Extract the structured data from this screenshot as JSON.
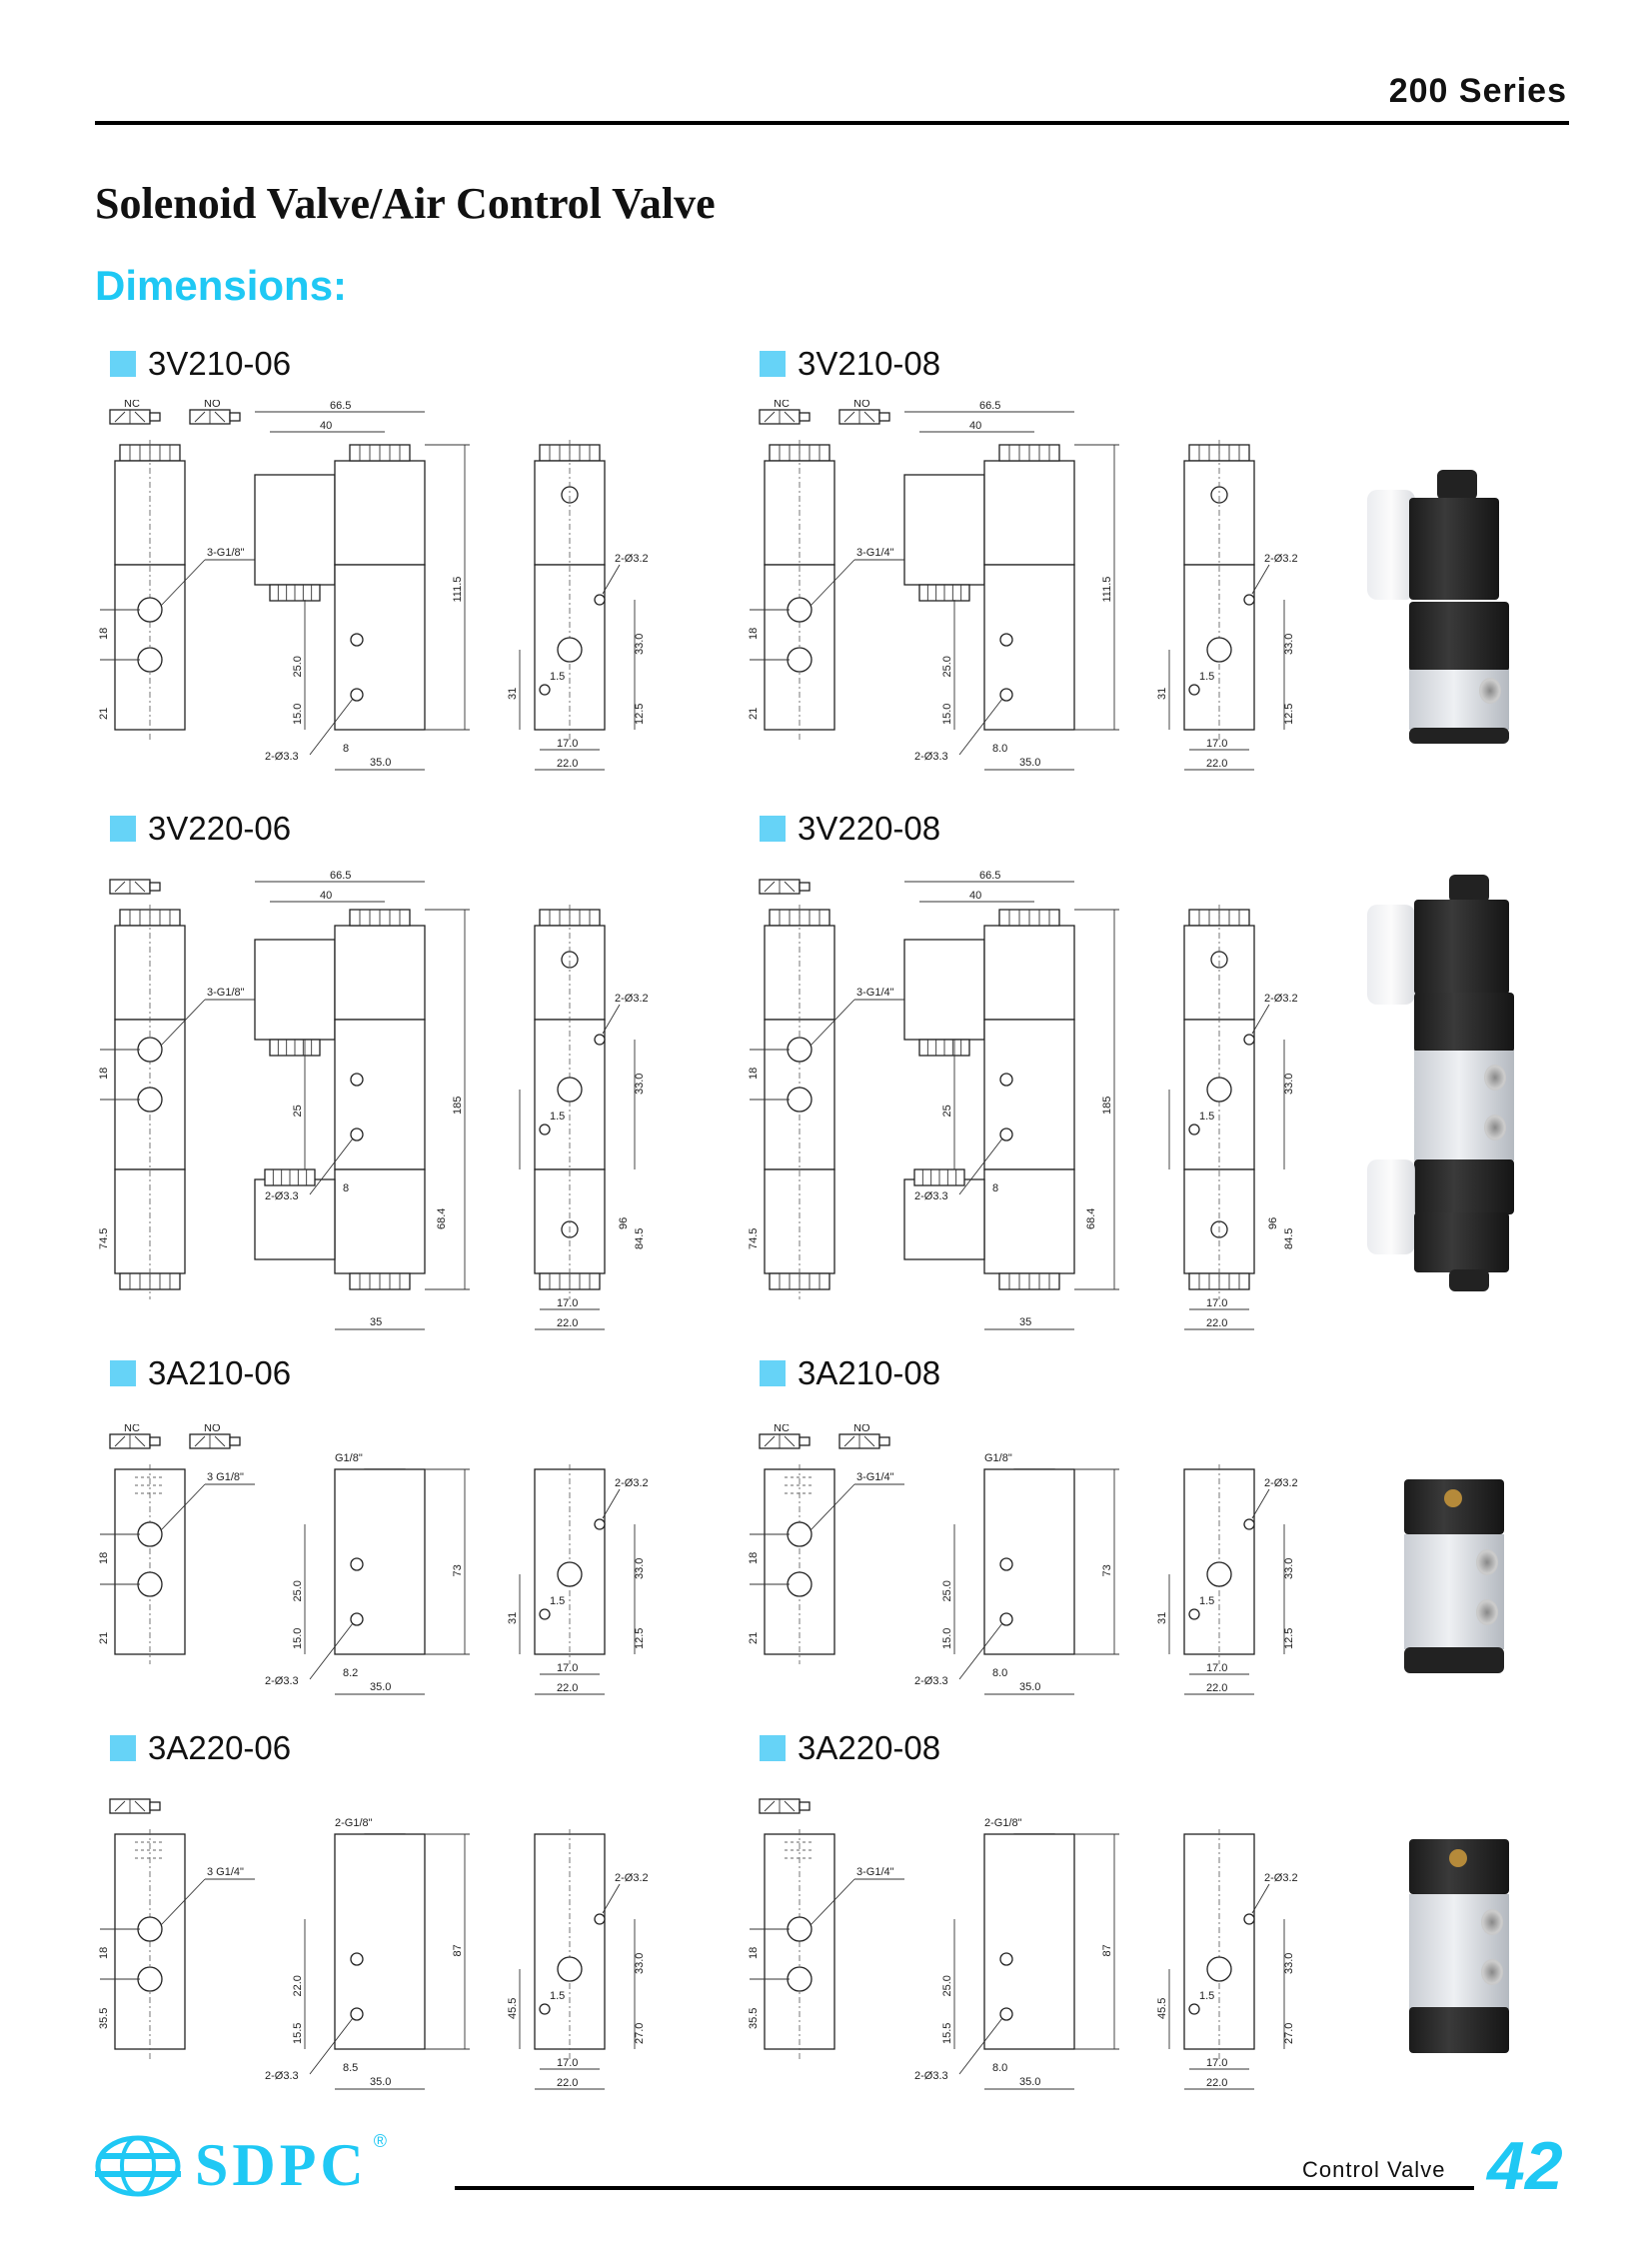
{
  "header": {
    "series": "200 Series",
    "title": "Solenoid Valve/Air Control Valve",
    "section_heading": "Dimensions:"
  },
  "colors": {
    "accent": "#1fc8f4",
    "label_square": "#66d3f7"
  },
  "sections": [
    {
      "label": "3V210-06",
      "kind": "sol1",
      "symbols": [
        "NC",
        "NO"
      ],
      "dims": {
        "overall_w": "66.5",
        "inner_w": "40",
        "height": "111.5",
        "port": "3-G1/8\"",
        "d18": "18",
        "d21": "21",
        "d25": "25.0",
        "d15": "15.0",
        "hole": "2-Ø3.3",
        "d8": "8",
        "base": "35.0",
        "mhole": "2-Ø3.2",
        "d33": "33.0",
        "d125": "12.5",
        "d31": "31",
        "d15s": "1.5",
        "d17": "17.0",
        "d22": "22.0"
      }
    },
    {
      "label": "3V210-08",
      "kind": "sol1",
      "symbols": [
        "NC",
        "NO"
      ],
      "dims": {
        "overall_w": "66.5",
        "inner_w": "40",
        "height": "111.5",
        "port": "3-G1/4\"",
        "d18": "18",
        "d21": "21",
        "d25": "25.0",
        "d15": "15.0",
        "hole": "2-Ø3.3",
        "d8": "8.0",
        "base": "35.0",
        "mhole": "2-Ø3.2",
        "d33": "33.0",
        "d125": "12.5",
        "d31": "31",
        "d15s": "1.5",
        "d17": "17.0",
        "d22": "22.0"
      }
    },
    {
      "label": "3V220-06",
      "kind": "sol2",
      "symbols": [
        ""
      ],
      "dims": {
        "overall_w": "66.5",
        "inner_w": "40",
        "height": "185",
        "port": "3-G1/8\"",
        "d18": "18",
        "d745": "74.5",
        "d25": "25",
        "d68": "68.4",
        "hole": "2-Ø3.3",
        "d8": "8",
        "base": "35",
        "mhole": "2-Ø3.2",
        "d33": "33.0",
        "d845": "84.5",
        "d96": "96",
        "d15s": "1.5",
        "d17": "17.0",
        "d22": "22.0"
      }
    },
    {
      "label": "3V220-08",
      "kind": "sol2",
      "symbols": [
        ""
      ],
      "dims": {
        "overall_w": "66.5",
        "inner_w": "40",
        "height": "185",
        "port": "3-G1/4\"",
        "d18": "18",
        "d745": "74.5",
        "d25": "25",
        "d68": "68.4",
        "hole": "2-Ø3.3",
        "d8": "8",
        "base": "35",
        "mhole": "2-Ø3.2",
        "d33": "33.0",
        "d845": "84.5",
        "d96": "96",
        "d15s": "1.5",
        "d17": "17.0",
        "d22": "22.0"
      }
    },
    {
      "label": "3A210-06",
      "kind": "air1",
      "symbols": [
        "NC",
        "NO"
      ],
      "dims": {
        "top_port": "G1/8\"",
        "height": "73",
        "port": "3 G1/8\"",
        "d18": "18",
        "d21": "21",
        "d25": "25.0",
        "d15": "15.0",
        "hole": "2-Ø3.3",
        "d8": "8.2",
        "base": "35.0",
        "mhole": "2-Ø3.2",
        "d33": "33.0",
        "d125": "12.5",
        "d31": "31",
        "d15s": "1.5",
        "d17": "17.0",
        "d22": "22.0"
      }
    },
    {
      "label": "3A210-08",
      "kind": "air1",
      "symbols": [
        "NC",
        "NO"
      ],
      "dims": {
        "top_port": "G1/8\"",
        "height": "73",
        "port": "3-G1/4\"",
        "d18": "18",
        "d21": "21",
        "d25": "25.0",
        "d15": "15.0",
        "hole": "2-Ø3.3",
        "d8": "8.0",
        "base": "35.0",
        "mhole": "2-Ø3.2",
        "d33": "33.0",
        "d125": "12.5",
        "d31": "31",
        "d15s": "1.5",
        "d17": "17.0",
        "d22": "22.0"
      }
    },
    {
      "label": "3A220-06",
      "kind": "air2",
      "symbols": [
        ""
      ],
      "dims": {
        "top_port": "2-G1/8\"",
        "height": "87",
        "port": "3 G1/4\"",
        "d18": "18",
        "d355": "35.5",
        "d25": "22.0",
        "d15": "15.5",
        "hole": "2-Ø3.3",
        "d8": "8.5",
        "base": "35.0",
        "mhole": "2-Ø3.2",
        "d33": "33.0",
        "d27": "27.0",
        "d455": "45.5",
        "d15s": "1.5",
        "d17": "17.0",
        "d22": "22.0"
      }
    },
    {
      "label": "3A220-08",
      "kind": "air2",
      "symbols": [
        ""
      ],
      "dims": {
        "top_port": "2-G1/8\"",
        "height": "87",
        "port": "3-G1/4\"",
        "d18": "18",
        "d355": "35.5",
        "d25": "25.0",
        "d15": "15.5",
        "hole": "2-Ø3.3",
        "d8": "8.0",
        "base": "35.0",
        "mhole": "2-Ø3.2",
        "d33": "33.0",
        "d27": "27.0",
        "d455": "45.5",
        "d15s": "1.5",
        "d17": "17.0",
        "d22": "22.0"
      }
    }
  ],
  "footer": {
    "brand": "SDPC",
    "registered": "®",
    "section": "Control Valve",
    "page": "42"
  }
}
